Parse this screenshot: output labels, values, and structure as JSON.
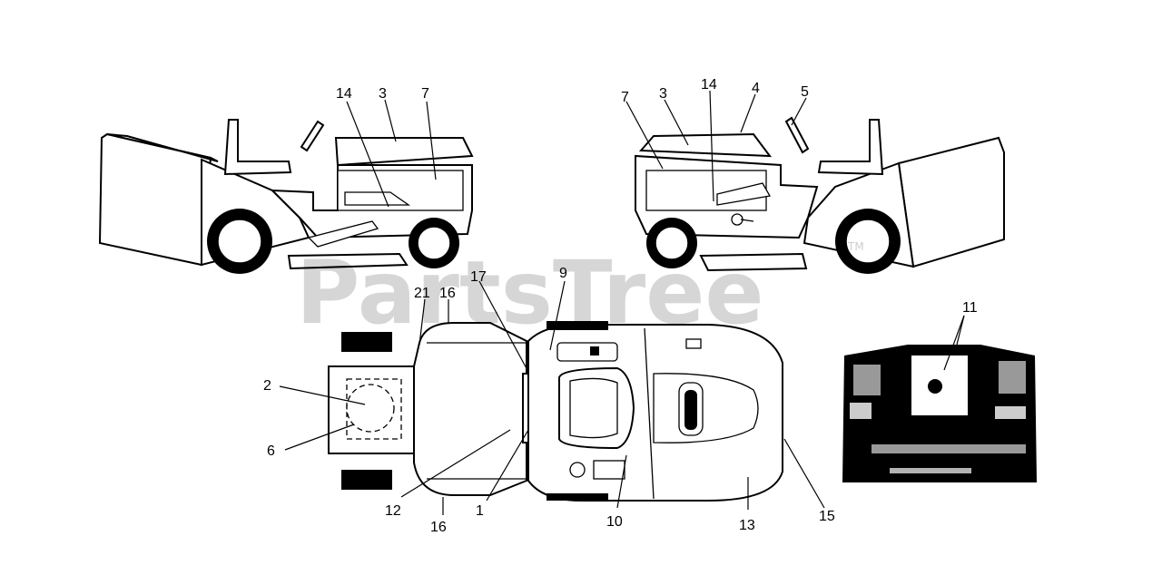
{
  "watermark": {
    "text": "PartsTree",
    "trademark": "TM"
  },
  "callouts": {
    "left_view": [
      "14",
      "3",
      "7"
    ],
    "right_view": [
      "7",
      "3",
      "14",
      "4",
      "5"
    ],
    "top_view": [
      "21",
      "16",
      "17",
      "9",
      "2",
      "6",
      "12",
      "1",
      "10",
      "13",
      "15",
      "16"
    ],
    "dash_view": [
      "11"
    ]
  }
}
